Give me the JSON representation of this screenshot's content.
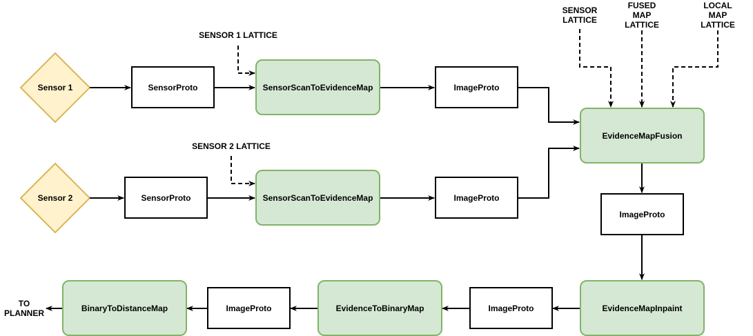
{
  "colors": {
    "sensor_fill": "#fff2cc",
    "sensor_stroke": "#d6b656",
    "process_fill": "#d5e8d4",
    "process_stroke": "#82b366",
    "edge": "#000000"
  },
  "nodes": {
    "sensor1": "Sensor 1",
    "sensor2": "Sensor 2",
    "sensor_proto_1": "SensorProto",
    "sensor_proto_2": "SensorProto",
    "scan_to_evidence_1": "SensorScanToEvidenceMap",
    "scan_to_evidence_2": "SensorScanToEvidenceMap",
    "image_proto_1": "ImageProto",
    "image_proto_2": "ImageProto",
    "evidence_fusion": "EvidenceMapFusion",
    "image_proto_3": "ImageProto",
    "evidence_inpaint": "EvidenceMapInpaint",
    "image_proto_4": "ImageProto",
    "evidence_to_binary": "EvidenceToBinaryMap",
    "image_proto_5": "ImageProto",
    "binary_to_distance": "BinaryToDistanceMap"
  },
  "labels": {
    "sensor1_lattice": "SENSOR 1 LATTICE",
    "sensor2_lattice": "SENSOR 2 LATTICE",
    "sensor_lattice": [
      "SENSOR",
      "LATTICE"
    ],
    "fused_map_lattice": [
      "FUSED",
      "MAP",
      "LATTICE"
    ],
    "local_map_lattice": [
      "LOCAL",
      "MAP",
      "LATTICE"
    ],
    "to_planner": [
      "TO",
      "PLANNER"
    ]
  }
}
